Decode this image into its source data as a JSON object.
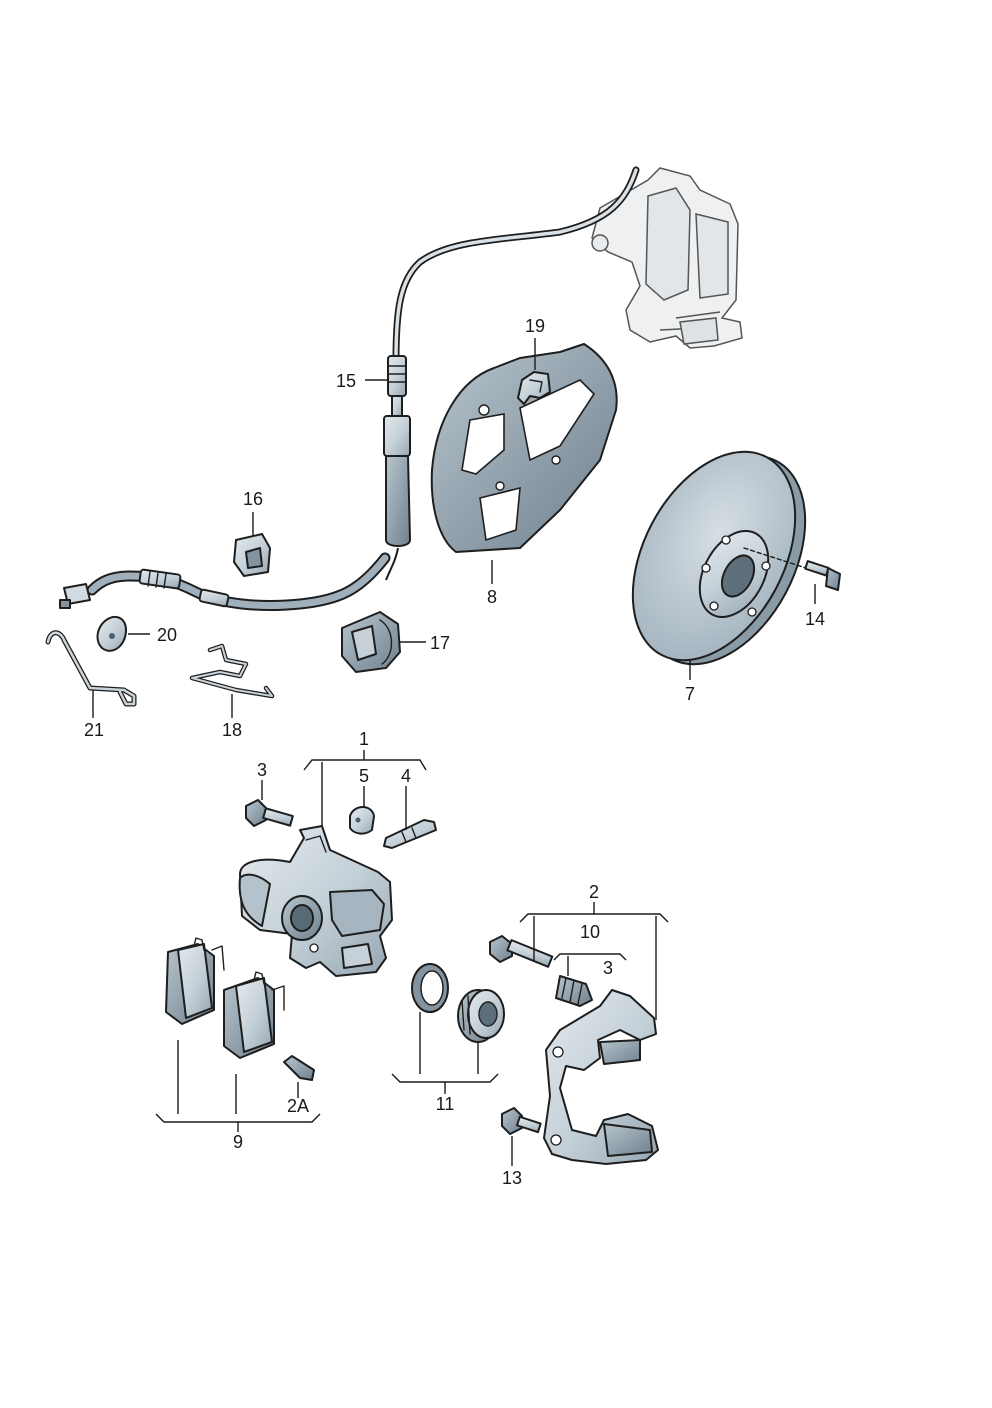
{
  "diagram": {
    "colors": {
      "part_fill": "#d2dbe1",
      "part_shade": "#a9b7c1",
      "part_dark": "#7c8c98",
      "ghost_fill": "#eef0f1",
      "line": "#1e1e1e"
    },
    "callouts": {
      "c1": "1",
      "c2": "2",
      "c2a": "2A",
      "c3a": "3",
      "c3b": "3",
      "c4": "4",
      "c5": "5",
      "c7": "7",
      "c8": "8",
      "c9": "9",
      "c10": "10",
      "c11": "11",
      "c13": "13",
      "c14": "14",
      "c15": "15",
      "c16": "16",
      "c17": "17",
      "c18": "18",
      "c19": "19",
      "c20": "20",
      "c21": "21"
    }
  }
}
